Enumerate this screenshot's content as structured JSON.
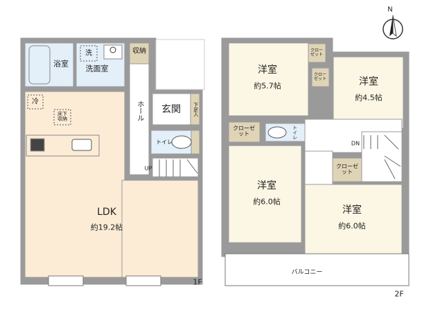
{
  "floor1": {
    "label": "1F",
    "rooms": {
      "bath": "浴室",
      "washroom": "洗面室",
      "washer": "洗",
      "storage": "収納",
      "hall": "ホール",
      "entrance": "玄関",
      "shoe_box": "下足入",
      "toilet": "トイレ",
      "fridge": "冷",
      "underfloor": "床下収納",
      "stairs_up": "UP",
      "ldk": "LDK",
      "ldk_area": "約19.2帖"
    }
  },
  "floor2": {
    "label": "2F",
    "rooms": {
      "room1": "洋室",
      "room1_area": "約5.7帖",
      "room2": "洋室",
      "room2_area": "約4.5帖",
      "room3": "洋室",
      "room3_area": "約6.0帖",
      "room4": "洋室",
      "room4_area": "約6.0帖",
      "closet": "クローゼット",
      "closet_small_a": "クローゼット",
      "closet_small_b": "クローゼット",
      "closet_c": "クローゼット",
      "toilet": "トイレ",
      "stairs_down": "DN",
      "balcony": "バルコニー"
    }
  },
  "compass": {
    "north": "N"
  },
  "colors": {
    "wall": "#9a9a9a",
    "room": "#fbf7e4",
    "ldk": "#fcecd6",
    "wet": "#e3eff9",
    "storage": "#e0d4b6"
  }
}
